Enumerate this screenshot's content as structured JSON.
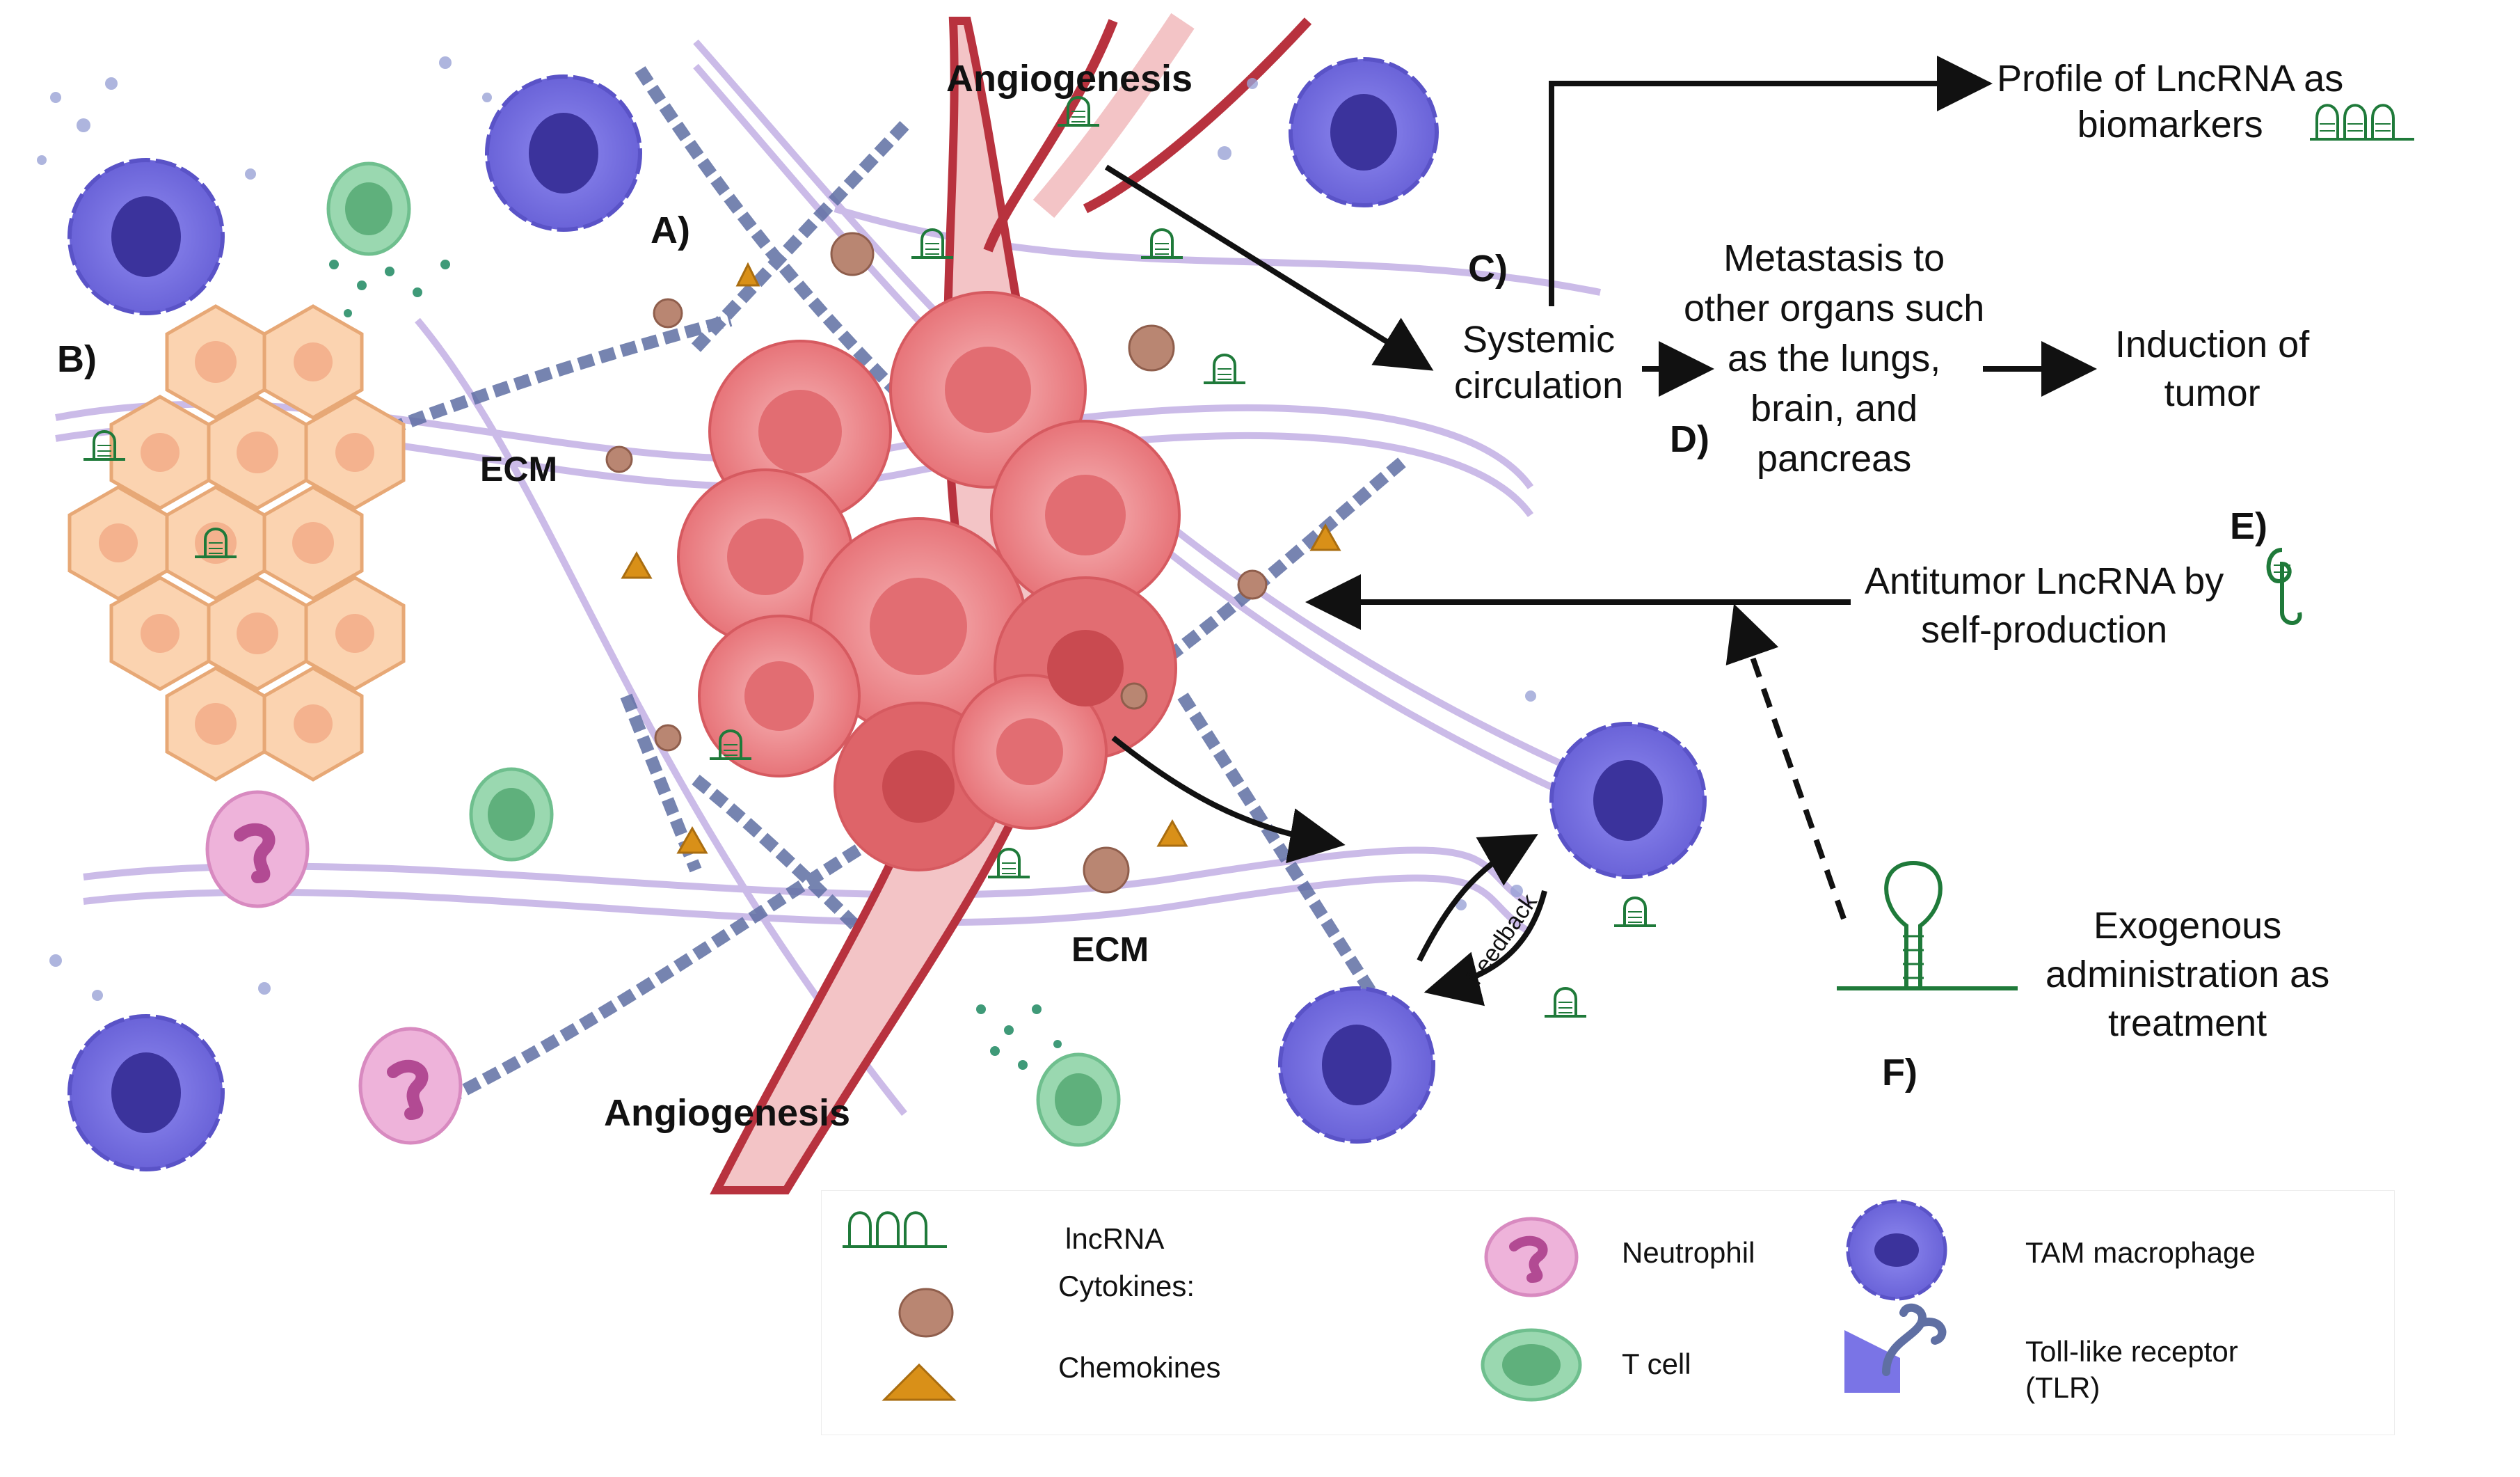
{
  "labels": {
    "angiogenesis_top": "Angiogenesis",
    "angiogenesis_bottom": "Angiogenesis",
    "ecm_left": "ECM",
    "ecm_bottom": "ECM",
    "feedback": "Feedback",
    "A": "A)",
    "B": "B)",
    "C": "C)",
    "D": "D)",
    "E": "E)",
    "F": "F)"
  },
  "flow": {
    "profile": [
      "Profile of LncRNA as",
      "biomarkers"
    ],
    "systemic": [
      "Systemic",
      "circulation"
    ],
    "metastasis": [
      "Metastasis to",
      "other organs such",
      "as the lungs,",
      "brain, and",
      "pancreas"
    ],
    "induction": [
      "Induction of",
      "tumor"
    ],
    "antitumor": [
      "Antitumor LncRNA by",
      "self-production"
    ],
    "exogenous": [
      "Exogenous",
      "administration as",
      "treatment"
    ]
  },
  "legend": {
    "lncrna": "lncRNA",
    "cytokines": "Cytokines:",
    "chemokines": "Chemokines",
    "neutrophil": "Neutrophil",
    "tcell": "T cell",
    "tam": "TAM macrophage",
    "tlr": [
      "Toll-like receptor",
      "(TLR)"
    ]
  },
  "colors": {
    "tumor": "#e9767b",
    "tumor_light": "#f3a6a8",
    "vessel": "#b8323e",
    "vessel_fill": "#f2c2c4",
    "macrophage": "#7a74e6",
    "macrophage_nucleus": "#3b339c",
    "tcell": "#8fd1a6",
    "neutrophil": "#e9a6d4",
    "epithelial": "#fbd3b0",
    "chemokine": "#d99018",
    "cytokine": "#b98672",
    "lncrna": "#1f7a3a",
    "fiber": "#c9b8e8",
    "ecm_chain": "#5f6fa3"
  }
}
